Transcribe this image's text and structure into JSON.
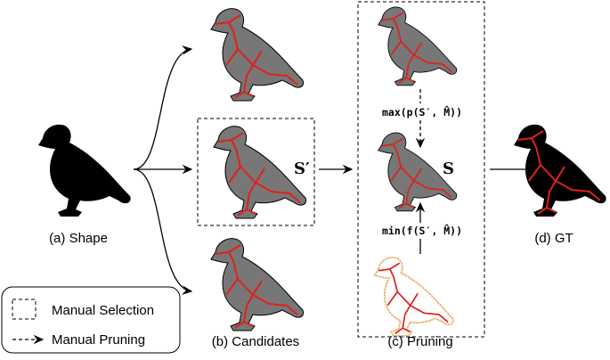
{
  "labels": {
    "shape": "(a) Shape",
    "candidates": "(b) Candidates",
    "pruning": "(c) Pruning",
    "gt": "(d) GT",
    "s_prime": "S′",
    "s": "S",
    "max_op": "max(p(S′, M̂))",
    "min_op": "min(f(S′, M̂))"
  },
  "legend": {
    "manual_selection": "Manual Selection",
    "manual_pruning": "Manual Pruning"
  },
  "colors": {
    "skeleton": "#e0201a",
    "shape_fill": "#777777",
    "outline": "#e8a860"
  }
}
